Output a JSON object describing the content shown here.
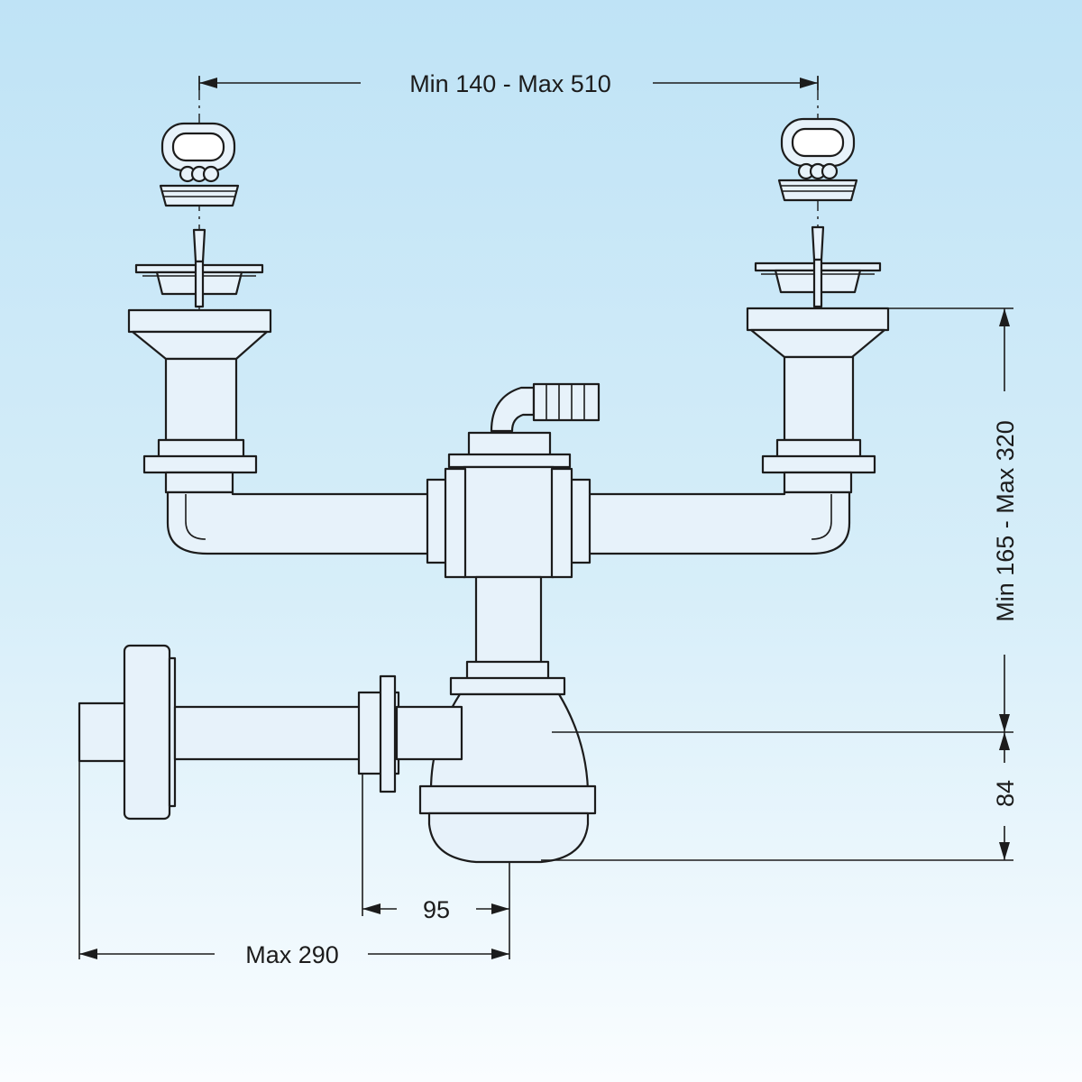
{
  "diagram": {
    "dimensions": {
      "outlet_spacing": "Min 140 - Max 510",
      "height_range": "Min 165 - Max 320",
      "trap_height": "84",
      "trap_offset": "95",
      "wall_distance": "Max 290"
    },
    "colors": {
      "background_top": "#bfe3f6",
      "background_bottom": "#fafdff",
      "line": "#1c1c1c",
      "part_fill": "#e7f2fa"
    }
  }
}
